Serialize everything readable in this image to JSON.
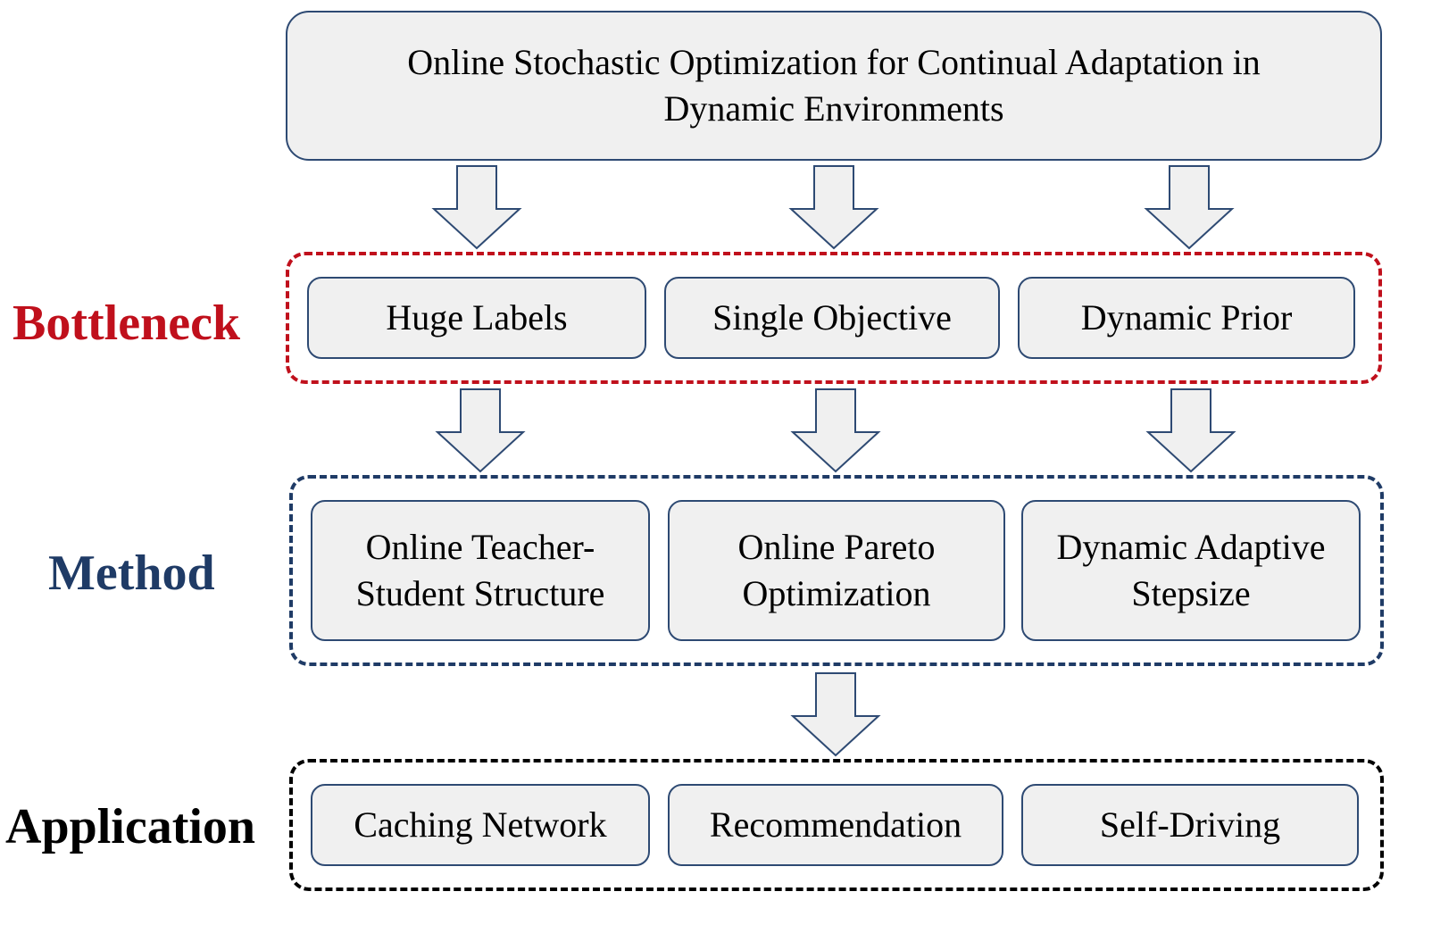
{
  "title_box": {
    "text": "Online Stochastic Optimization for Continual Adaptation in Dynamic Environments"
  },
  "rows": [
    {
      "id": "bottleneck",
      "label": "Bottleneck",
      "label_color": "#c0101c",
      "frame_color": "#c0101c",
      "items": [
        "Huge Labels",
        "Single Objective",
        "Dynamic Prior"
      ]
    },
    {
      "id": "method",
      "label": "Method",
      "label_color": "#1f3b66",
      "frame_color": "#1f3b66",
      "items": [
        "Online Teacher-Student Structure",
        "Online Pareto Optimization",
        "Dynamic Adaptive Stepsize"
      ]
    },
    {
      "id": "application",
      "label": "Application",
      "label_color": "#000000",
      "frame_color": "#000000",
      "items": [
        "Caching Network",
        "Recommendation",
        "Self-Driving"
      ]
    }
  ],
  "colors": {
    "box_fill": "#f0f0f0",
    "box_border": "#2e4a73",
    "arrow_fill": "#f0f0f0"
  },
  "icons": [
    "down-arrow-icon"
  ]
}
